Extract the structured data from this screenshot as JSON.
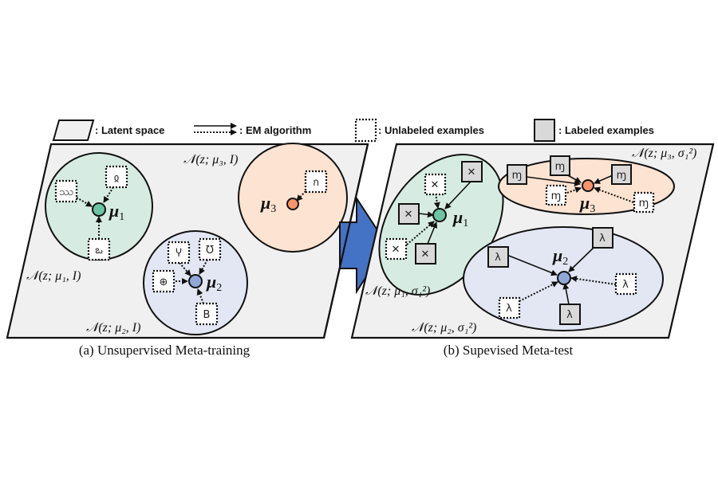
{
  "legend": {
    "latent_space_label": ": Latent space",
    "em_algorithm_label": ": EM algorithm",
    "unlabeled_label": ": Unlabeled examples",
    "labeled_label": ": Labeled examples"
  },
  "colors": {
    "latent_space": "#f0f0f0",
    "cluster1_fill": "#d6ece2",
    "cluster2_fill": "#e2e7f3",
    "cluster3_fill": "#fde3d1",
    "mu1_node": "#6cc4a4",
    "mu2_node": "#8fa8d8",
    "mu3_node": "#f7946a",
    "labeled_box": "#d9d9d9",
    "arrow": "#4472c4"
  },
  "panel_a": {
    "caption": "(a) Unsupervised Meta-training",
    "clusters": [
      {
        "mu_label": "μ",
        "mu_sub": "1",
        "dist_label": "𝒩(z; μ₁, I)"
      },
      {
        "mu_label": "μ",
        "mu_sub": "2",
        "dist_label": "𝒩(z; μ₂, I)"
      },
      {
        "mu_label": "μ",
        "mu_sub": "3",
        "dist_label": "𝒩(z; μ₃, I)"
      }
    ],
    "example_glyphs": {
      "c1": [
        "ဿ",
        "ჲ",
        "ఒ"
      ],
      "c2": [
        "Ⴤ",
        "Ʊ",
        "⊕",
        "B"
      ],
      "c3": [
        "ก"
      ]
    }
  },
  "panel_b": {
    "caption": "(b) Supevised Meta-test",
    "clusters": [
      {
        "mu_label": "μ",
        "mu_sub": "1",
        "dist_label": "𝒩(z; μ₁, σ₁²)"
      },
      {
        "mu_label": "μ",
        "mu_sub": "2",
        "dist_label": "𝒩(z; μ₂, σ₁²)"
      },
      {
        "mu_label": "μ",
        "mu_sub": "3",
        "dist_label": "𝒩(z; μ₃, σ₁²)"
      }
    ],
    "example_glyphs": {
      "c1": "✕",
      "c2": "λ",
      "c3": "ɱ"
    }
  }
}
